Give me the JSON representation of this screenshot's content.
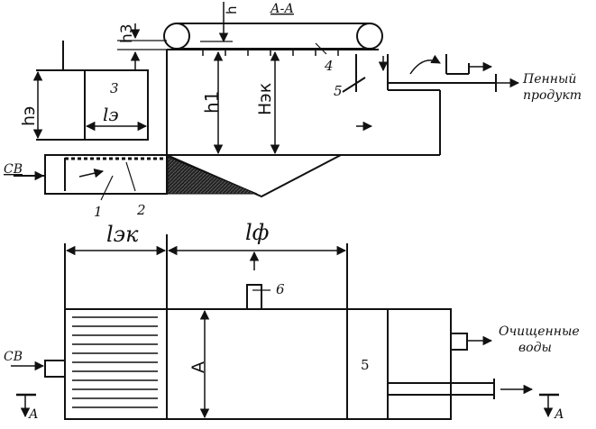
{
  "labels": {
    "section": "А-А",
    "h_top": "h",
    "h3": "h3",
    "h_e": "hэ",
    "l_e": "lэ",
    "h1": "h1",
    "H_ek": "Hэк",
    "l_ek": "lэк",
    "l_f": "lф",
    "A_dim": "А",
    "cb_top": "СВ",
    "cb_bottom": "СВ",
    "n1": "1",
    "n2": "2",
    "n3": "3",
    "n4": "4",
    "n5_top": "5",
    "n5_bottom": "5",
    "n6": "6",
    "foam_line1": "Пенный",
    "foam_line2": "продукт",
    "clean_line1": "Очищенные",
    "clean_line2": "воды",
    "a_mark_left": "А",
    "a_mark_right": "А"
  },
  "colors": {
    "ink": "#111111",
    "paper": "#ffffff"
  }
}
